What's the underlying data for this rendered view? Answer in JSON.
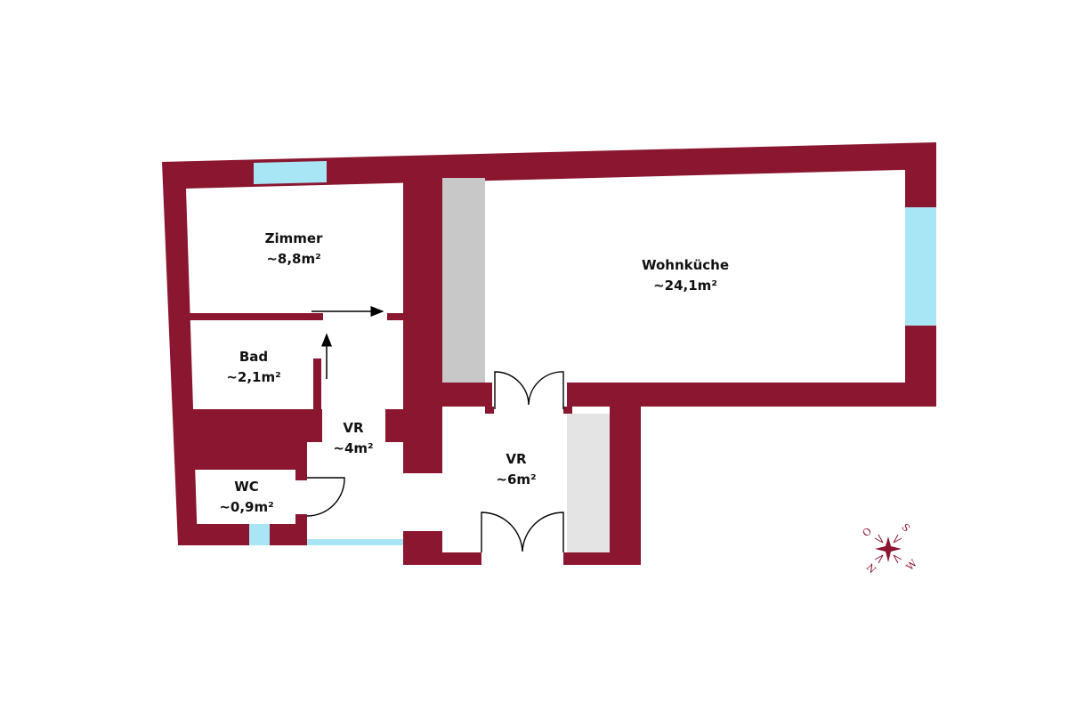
{
  "colors": {
    "wall": "#8B1630",
    "window": "#A8E6F5",
    "cabinet_dark": "#C8C8C8",
    "cabinet_light": "#E4E4E4"
  },
  "rooms": [
    {
      "name": "Zimmer",
      "area": "~8,8m²"
    },
    {
      "name": "Wohnküche",
      "area": "~24,1m²"
    },
    {
      "name": "Bad",
      "area": "~2,1m²"
    },
    {
      "name": "VR",
      "area": "~4m²"
    },
    {
      "name": "VR",
      "area": "~6m²"
    },
    {
      "name": "WC",
      "area": "~0,9m²"
    }
  ],
  "compass": {
    "o": "O",
    "s": "S",
    "n": "N",
    "w": "W"
  }
}
